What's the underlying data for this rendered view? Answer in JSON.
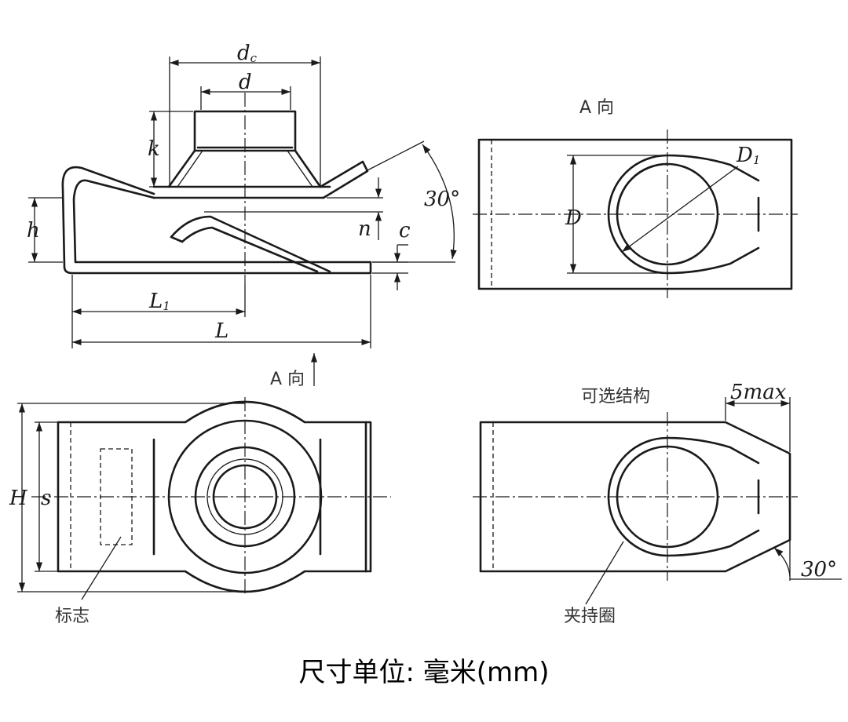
{
  "labels": {
    "dc_base": "d",
    "dc_sub": "c",
    "d": "d",
    "k": "k",
    "angle_side": "30°",
    "h": "h",
    "n": "n",
    "c": "c",
    "L1_base": "L",
    "L1_sub": "1",
    "L": "L",
    "view_A_title": "A 向",
    "D1_base": "D",
    "D1_sub": "1",
    "D": "D",
    "A_arrow_label": "A 向",
    "H": "H",
    "s": "s",
    "marking": "标志",
    "optional_structure": "可选结构",
    "five_max": "5max",
    "angle_opt": "30°",
    "clamp_ring": "夹持圈"
  },
  "caption": "尺寸单位: 毫米(mm)"
}
